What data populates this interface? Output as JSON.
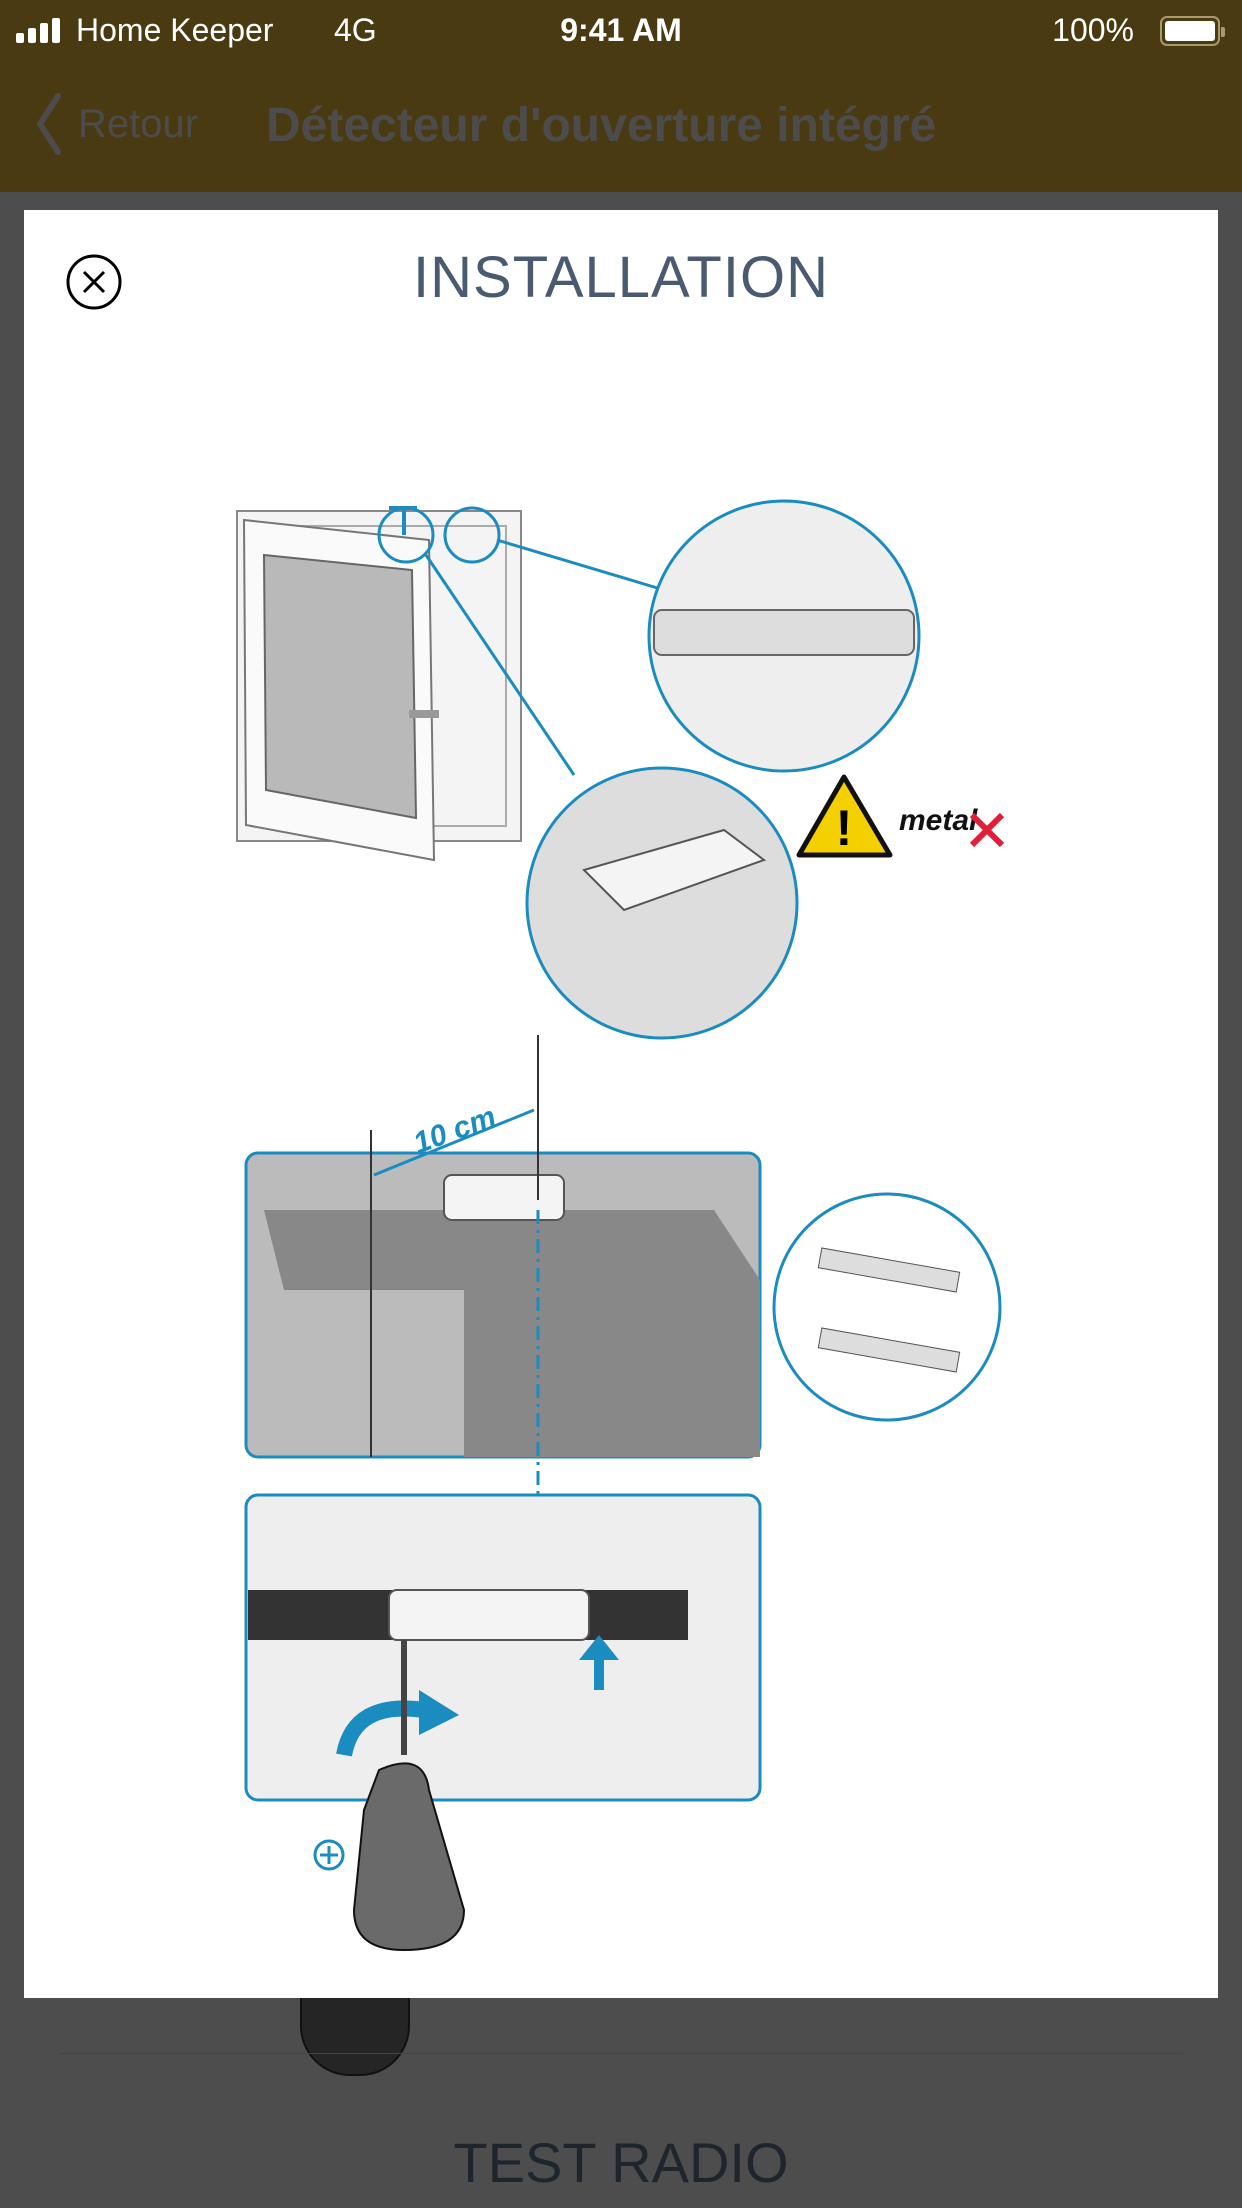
{
  "status_bar": {
    "carrier": "Home Keeper",
    "network": "4G",
    "time": "9:41 AM",
    "battery": "100%"
  },
  "nav": {
    "back_label": "Retour",
    "title": "Détecteur d'ouverture intégré"
  },
  "modal": {
    "title": "INSTALLATION",
    "illustration": {
      "distance_label": "10 cm",
      "warning_label": "metal",
      "accent_color": "#1a8cc0"
    }
  },
  "footer": {
    "test_radio_label": "TEST RADIO"
  }
}
